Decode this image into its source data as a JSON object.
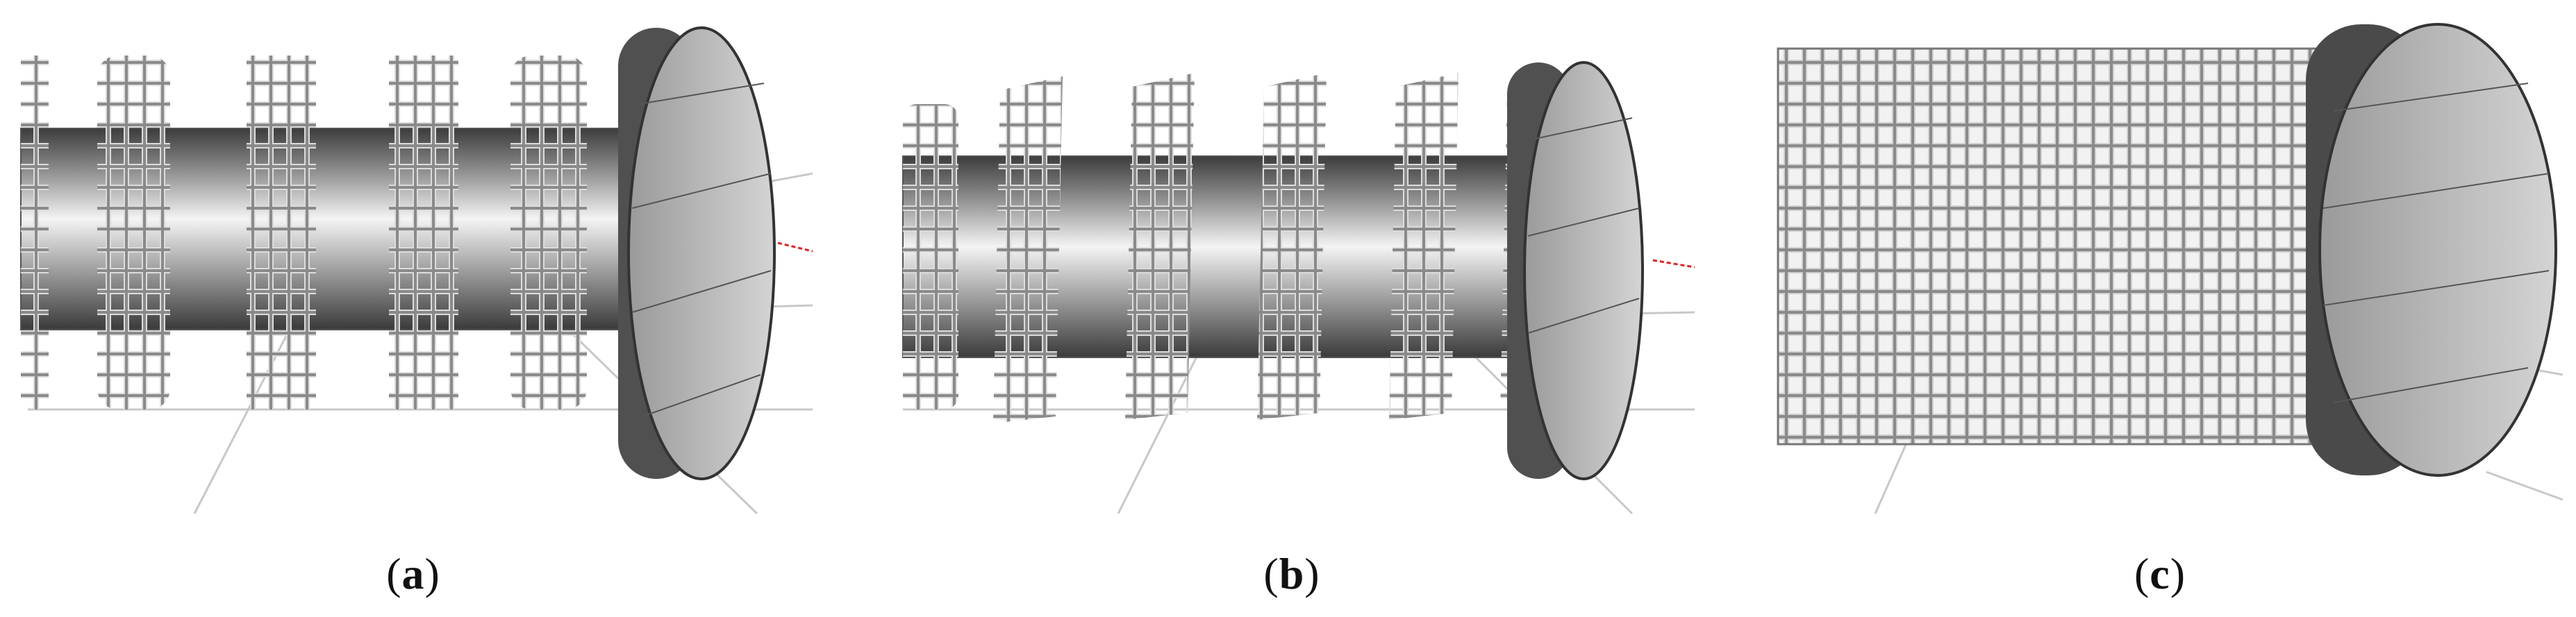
{
  "figure": {
    "panels": [
      {
        "id": "a",
        "caption_open": "(",
        "caption_letter": "a",
        "caption_close": ")",
        "lattice": "rings"
      },
      {
        "id": "b",
        "caption_open": "(",
        "caption_letter": "b",
        "caption_close": ")",
        "lattice": "helix"
      },
      {
        "id": "c",
        "caption_open": "(",
        "caption_letter": "c",
        "caption_close": ")",
        "lattice": "full-cylinder"
      }
    ],
    "colors": {
      "rod_dark": "#3a3a3a",
      "rod_light": "#f4f4f4",
      "lattice": "#8a8a8a",
      "disk_face": "#b5b5b5",
      "disk_rim": "#505050",
      "ground_line": "#c8c8c8",
      "axis_marker": "#e02020"
    }
  }
}
